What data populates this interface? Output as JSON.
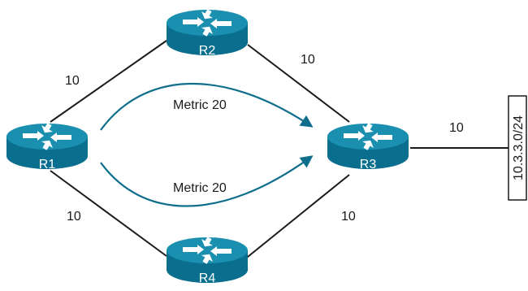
{
  "routers": [
    {
      "id": "r1",
      "label": "R1"
    },
    {
      "id": "r2",
      "label": "R2"
    },
    {
      "id": "r3",
      "label": "R3"
    },
    {
      "id": "r4",
      "label": "R4"
    }
  ],
  "links": {
    "r1_r2": {
      "cost": "10"
    },
    "r2_r3": {
      "cost": "10"
    },
    "r1_r4": {
      "cost": "10"
    },
    "r4_r3": {
      "cost": "10"
    },
    "r3_subnet": {
      "cost": "10"
    }
  },
  "paths": {
    "upper": {
      "label": "Metric 20"
    },
    "lower": {
      "label": "Metric 20"
    }
  },
  "subnet": {
    "label": "10.3.3.0/24"
  },
  "icons": {
    "router": "router-icon"
  },
  "colors": {
    "router_top": "#1a8fb0",
    "router_side": "#0a6e8f",
    "metric_arrow": "#0f6e8c",
    "link": "#1a1a1a"
  }
}
